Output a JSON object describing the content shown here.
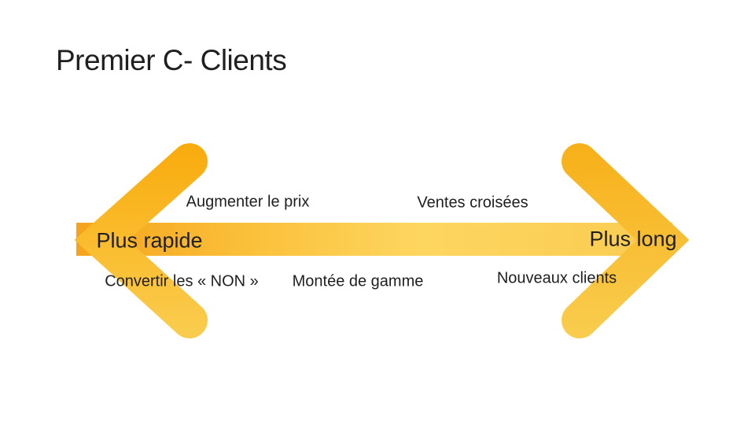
{
  "slide": {
    "title": "Premier C- Clients",
    "diagram": {
      "axis_left_label": "Plus rapide",
      "axis_right_label": "Plus long",
      "top_labels": [
        {
          "text": "Augmenter le prix"
        },
        {
          "text": "Ventes croisées"
        }
      ],
      "bottom_labels": [
        {
          "text": "Convertir les « NON »"
        },
        {
          "text": "Montée de gamme"
        },
        {
          "text": "Nouveaux clients"
        }
      ],
      "colors": {
        "arrow_orange": "#F5A31C",
        "arrow_gold": "#F8B112",
        "arrow_light_yellow": "#FDD660",
        "arrow_pale_gold": "#FACD4F",
        "text": "#1F1F1F",
        "background": "#FFFFFF"
      }
    }
  }
}
